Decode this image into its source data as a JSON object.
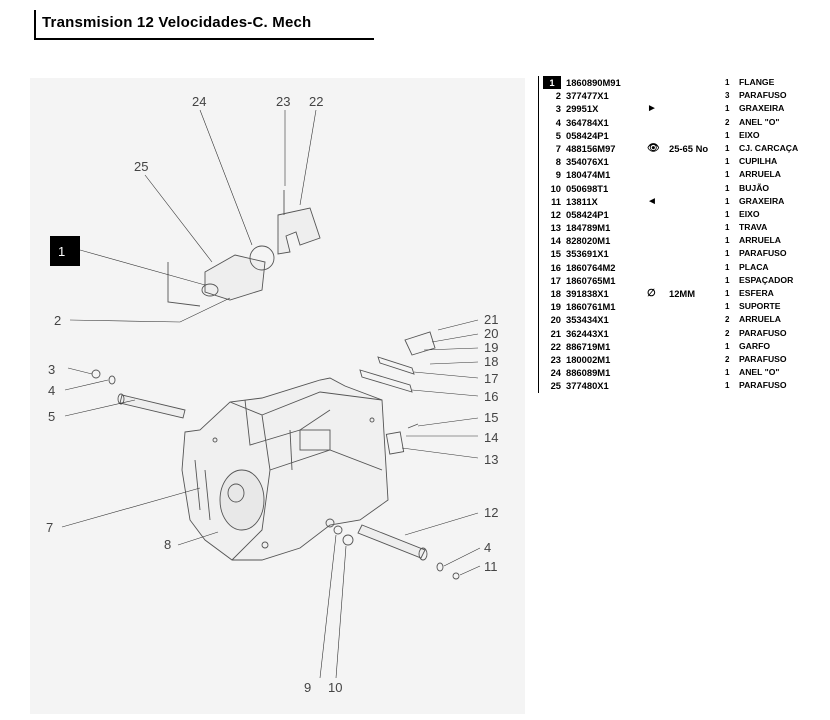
{
  "title": "Transmision 12 Velocidades-C. Mech",
  "callouts": [
    "1",
    "2",
    "3",
    "4",
    "5",
    "7",
    "8",
    "9",
    "10",
    "11",
    "12",
    "13",
    "14",
    "15",
    "16",
    "17",
    "18",
    "19",
    "20",
    "21",
    "22",
    "23",
    "24",
    "25",
    "4"
  ],
  "parts": [
    {
      "no": "1",
      "pn": "1860890M91",
      "sym": "",
      "note": "",
      "qty": "1",
      "desc": "FLANGE"
    },
    {
      "no": "2",
      "pn": "377477X1",
      "sym": "",
      "note": "",
      "qty": "3",
      "desc": "PARAFUSO"
    },
    {
      "no": "3",
      "pn": "29951X",
      "sym": "►",
      "note": "",
      "qty": "1",
      "desc": "GRAXEIRA"
    },
    {
      "no": "4",
      "pn": "364784X1",
      "sym": "",
      "note": "",
      "qty": "2",
      "desc": "ANEL \"O\""
    },
    {
      "no": "5",
      "pn": "058424P1",
      "sym": "",
      "note": "",
      "qty": "1",
      "desc": "EIXO"
    },
    {
      "no": "7",
      "pn": "488156M97",
      "sym": "👁",
      "note": "25-65 No",
      "qty": "1",
      "desc": "CJ. CARCAÇA"
    },
    {
      "no": "8",
      "pn": "354076X1",
      "sym": "",
      "note": "",
      "qty": "1",
      "desc": "CUPILHA"
    },
    {
      "no": "9",
      "pn": "180474M1",
      "sym": "",
      "note": "",
      "qty": "1",
      "desc": "ARRUELA"
    },
    {
      "no": "10",
      "pn": "050698T1",
      "sym": "",
      "note": "",
      "qty": "1",
      "desc": "BUJÃO"
    },
    {
      "no": "11",
      "pn": "13811X",
      "sym": "◄",
      "note": "",
      "qty": "1",
      "desc": "GRAXEIRA"
    },
    {
      "no": "12",
      "pn": "058424P1",
      "sym": "",
      "note": "",
      "qty": "1",
      "desc": "EIXO"
    },
    {
      "no": "13",
      "pn": "184789M1",
      "sym": "",
      "note": "",
      "qty": "1",
      "desc": "TRAVA"
    },
    {
      "no": "14",
      "pn": "828020M1",
      "sym": "",
      "note": "",
      "qty": "1",
      "desc": "ARRUELA"
    },
    {
      "no": "15",
      "pn": "353691X1",
      "sym": "",
      "note": "",
      "qty": "1",
      "desc": "PARAFUSO"
    },
    {
      "no": "16",
      "pn": "1860764M2",
      "sym": "",
      "note": "",
      "qty": "1",
      "desc": "PLACA"
    },
    {
      "no": "17",
      "pn": "1860765M1",
      "sym": "",
      "note": "",
      "qty": "1",
      "desc": "ESPAÇADOR"
    },
    {
      "no": "18",
      "pn": "391838X1",
      "sym": "∅",
      "note": "12MM",
      "qty": "1",
      "desc": "ESFERA"
    },
    {
      "no": "19",
      "pn": "1860761M1",
      "sym": "",
      "note": "",
      "qty": "1",
      "desc": "SUPORTE"
    },
    {
      "no": "20",
      "pn": "353434X1",
      "sym": "",
      "note": "",
      "qty": "2",
      "desc": "ARRUELA"
    },
    {
      "no": "21",
      "pn": "362443X1",
      "sym": "",
      "note": "",
      "qty": "2",
      "desc": "PARAFUSO"
    },
    {
      "no": "22",
      "pn": "886719M1",
      "sym": "",
      "note": "",
      "qty": "1",
      "desc": "GARFO"
    },
    {
      "no": "23",
      "pn": "180002M1",
      "sym": "",
      "note": "",
      "qty": "2",
      "desc": "PARAFUSO"
    },
    {
      "no": "24",
      "pn": "886089M1",
      "sym": "",
      "note": "",
      "qty": "1",
      "desc": "ANEL \"O\""
    },
    {
      "no": "25",
      "pn": "377480X1",
      "sym": "",
      "note": "",
      "qty": "1",
      "desc": "PARAFUSO"
    }
  ]
}
